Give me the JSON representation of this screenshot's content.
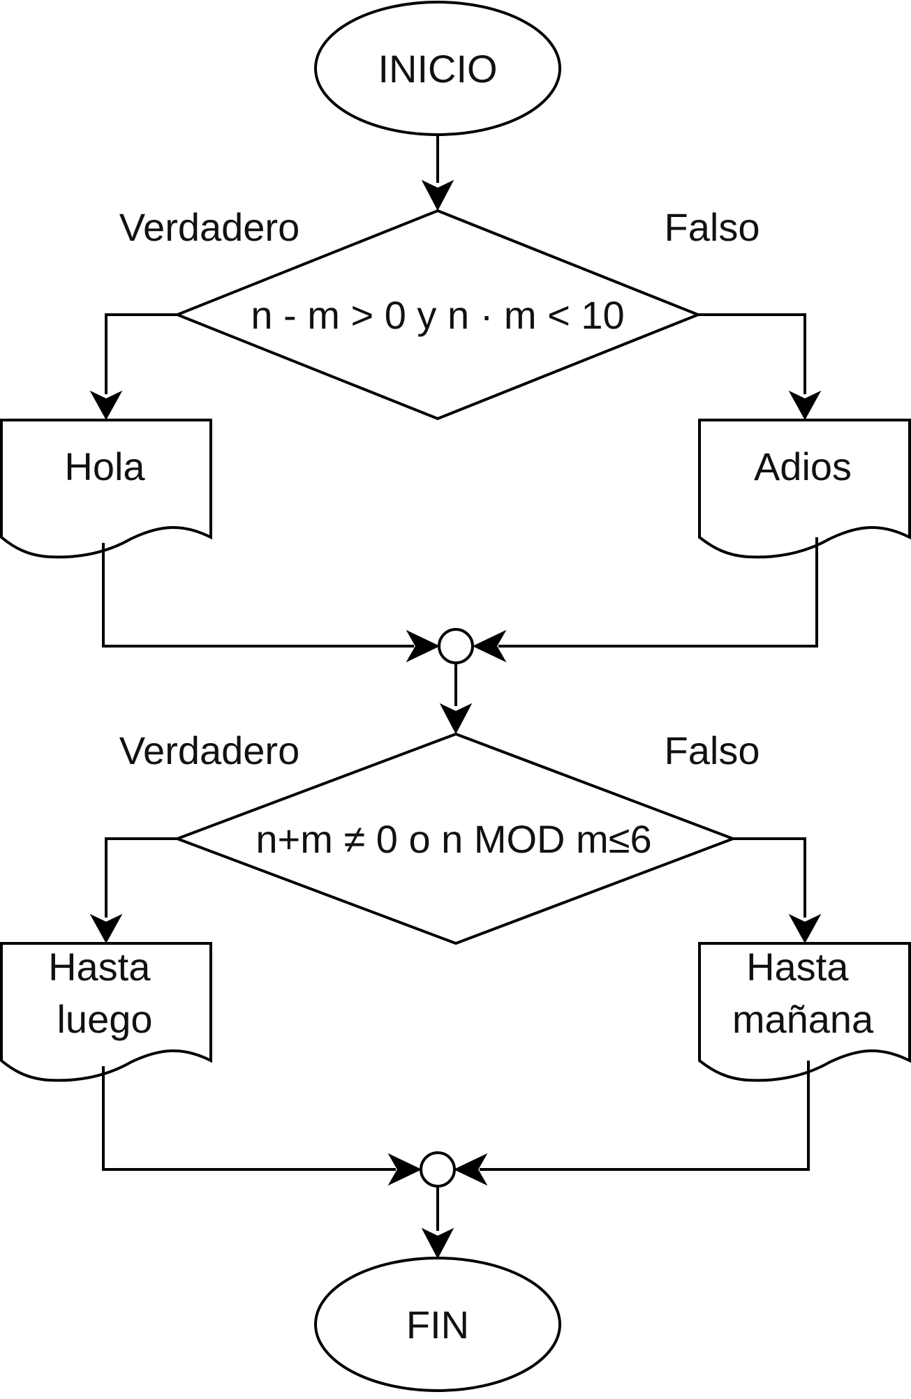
{
  "diagram": {
    "type": "flowchart",
    "nodes": {
      "start": "INICIO",
      "decision_1": "n - m > 0 y n · m < 10",
      "output_hola": "Hola",
      "output_adios": "Adios",
      "decision_2": "n+m ≠ 0 o n MOD m≤6",
      "output_hasta_luego": {
        "line1": "Hasta",
        "line2": "luego"
      },
      "output_hasta_manana": {
        "line1": "Hasta",
        "line2": "mañana"
      },
      "end": "FIN"
    },
    "branch_labels": {
      "decision_1_true": "Verdadero",
      "decision_1_false": "Falso",
      "decision_2_true": "Verdadero",
      "decision_2_false": "Falso"
    },
    "edges": [
      {
        "from": "start",
        "to": "decision_1"
      },
      {
        "from": "decision_1",
        "to": "output_hola",
        "label": "Verdadero"
      },
      {
        "from": "decision_1",
        "to": "output_adios",
        "label": "Falso"
      },
      {
        "from": "output_hola",
        "to": "connector_1"
      },
      {
        "from": "output_adios",
        "to": "connector_1"
      },
      {
        "from": "connector_1",
        "to": "decision_2"
      },
      {
        "from": "decision_2",
        "to": "output_hasta_luego",
        "label": "Verdadero"
      },
      {
        "from": "decision_2",
        "to": "output_hasta_manana",
        "label": "Falso"
      },
      {
        "from": "output_hasta_luego",
        "to": "connector_2"
      },
      {
        "from": "output_hasta_manana",
        "to": "connector_2"
      },
      {
        "from": "connector_2",
        "to": "end"
      }
    ]
  }
}
